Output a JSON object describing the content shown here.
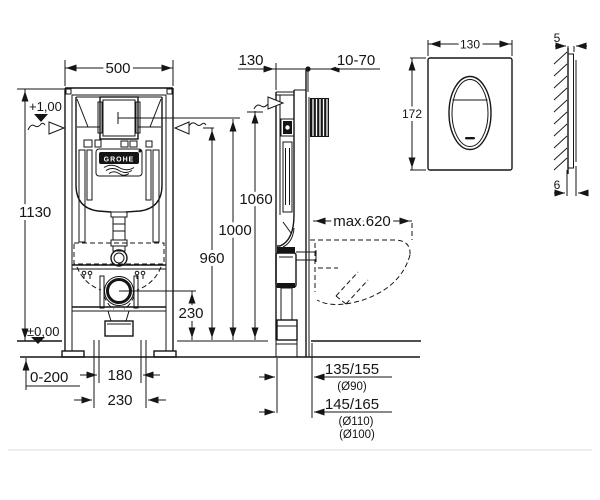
{
  "drawing": {
    "front": {
      "width": "500",
      "height": "1130",
      "level_top": "+1,00",
      "level_zero": "±0,00",
      "floor_adjust": "0-200",
      "bolt_spacing": "180",
      "outlet_spacing": "230",
      "drain_height": "230",
      "brand": "GROHE"
    },
    "mid": {
      "h960": "960",
      "h1000": "1000",
      "h1060": "1060"
    },
    "side": {
      "depth": "130",
      "bracket_range": "10-70",
      "pan_depth": "max.620",
      "outlet1": "135/155",
      "outlet1_dia": "(Ø90)",
      "outlet2": "145/165",
      "outlet2_dia1": "(Ø110)",
      "outlet2_dia2": "(Ø100)"
    },
    "plate": {
      "width": "130",
      "height": "172",
      "thickness_top": "5",
      "thickness_bottom": "6"
    }
  }
}
